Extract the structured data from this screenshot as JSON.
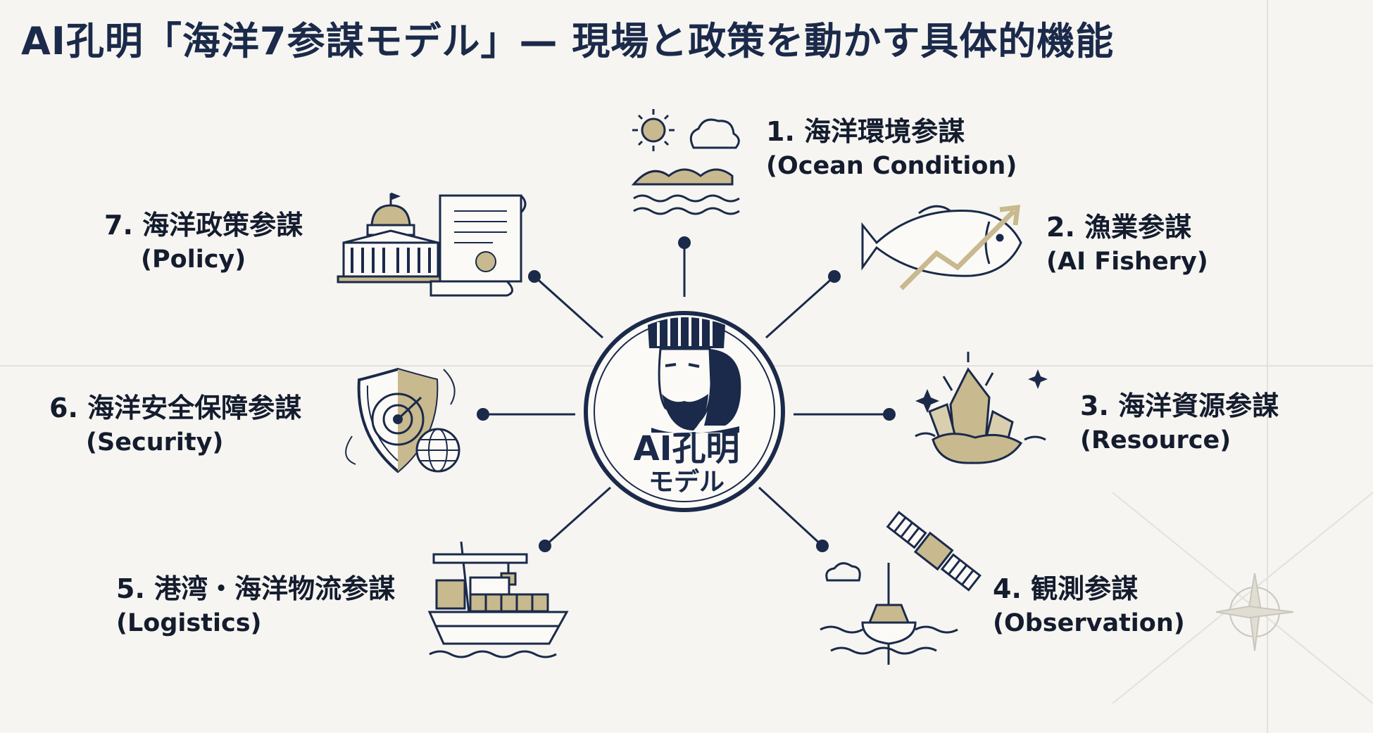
{
  "title": "AI孔明「海洋7参謀モデル」— 現場と政策を動かす具体的機能",
  "center": {
    "title": "AI孔明",
    "subtitle": "モデル"
  },
  "nodes": [
    {
      "jp": "1. 海洋環境参謀",
      "en": "(Ocean Condition)",
      "icon": "ocean-weather-icon"
    },
    {
      "jp": "2. 漁業参謀",
      "en": "(AI Fishery)",
      "icon": "fish-growth-icon"
    },
    {
      "jp": "3. 海洋資源参謀",
      "en": "(Resource)",
      "icon": "crystal-resource-icon"
    },
    {
      "jp": "4. 観測参謀",
      "en": "(Observation)",
      "icon": "satellite-buoy-icon"
    },
    {
      "jp": "5. 港湾・海洋物流参謀",
      "en": "(Logistics)",
      "icon": "cargo-ship-icon"
    },
    {
      "jp": "6. 海洋安全保障参謀",
      "en": "(Security)",
      "icon": "shield-radar-icon"
    },
    {
      "jp": "7. 海洋政策参謀",
      "en": "(Policy)",
      "icon": "capitol-document-icon"
    }
  ],
  "colors": {
    "navy": "#1b2a4a",
    "gold": "#c8b98e",
    "background": "#f6f5f1"
  }
}
